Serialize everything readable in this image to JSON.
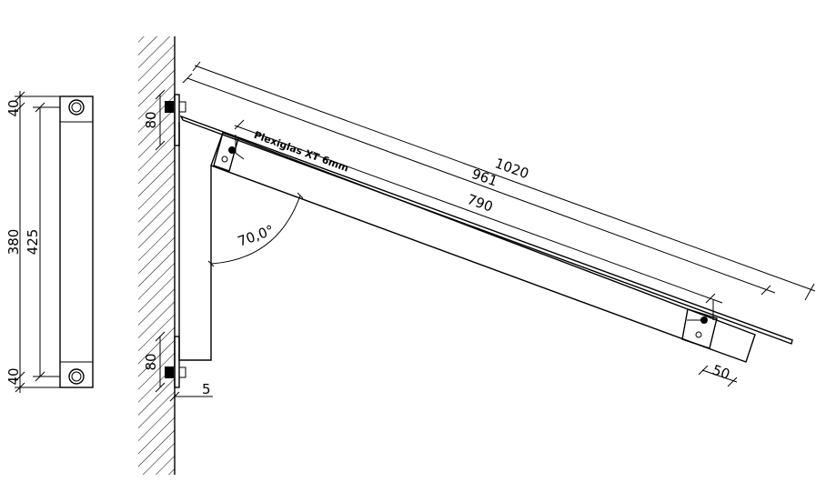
{
  "side_view": {
    "dim_top_offset": "40",
    "dim_inner_length": "380",
    "dim_total_length": "425",
    "dim_bottom_offset": "40"
  },
  "bracket": {
    "dim_top_plate": "80",
    "dim_bottom_plate": "80",
    "dim_plate_thickness": "5",
    "dim_angle": "70,0°",
    "dim_glass_length": "1020",
    "dim_bracket_length": "961",
    "dim_hole_spacing": "790",
    "dim_arm_height": "50",
    "material_label": "Plexiglas XT 6mm"
  }
}
